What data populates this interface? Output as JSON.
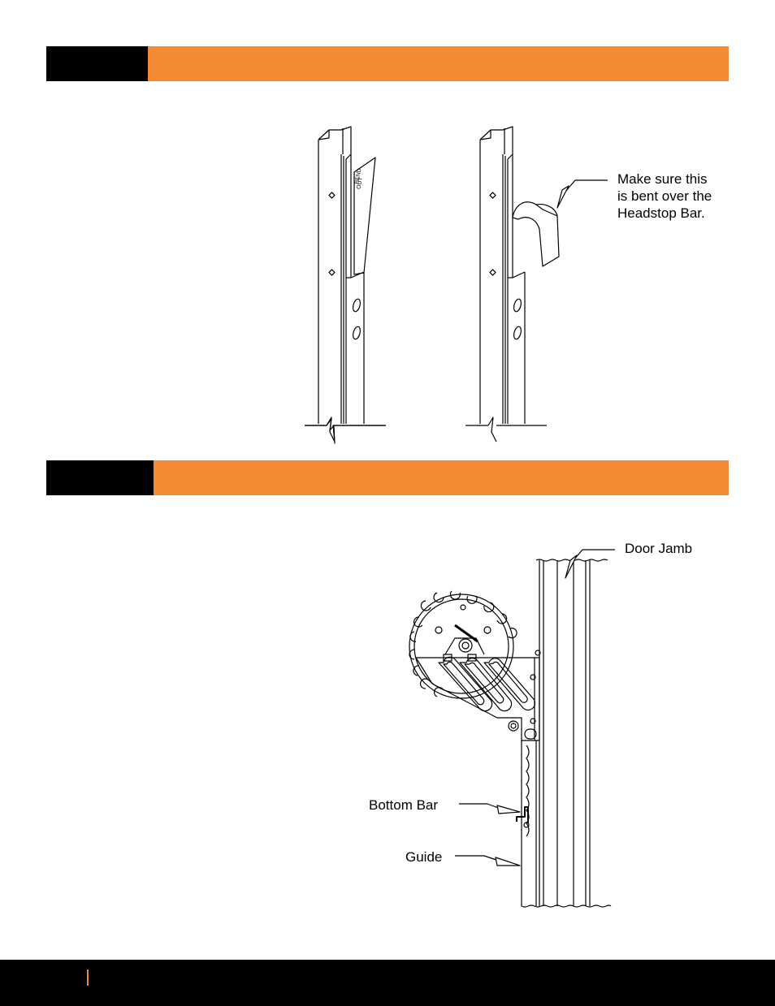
{
  "colors": {
    "accent": "#F48A33",
    "black": "#000000"
  },
  "step1": {
    "callout": "Make sure this\nis bent over the\nHeadstop Bar.",
    "tab_text": "BEND\nOUT"
  },
  "step2": {
    "labels": {
      "door_jamb": "Door Jamb",
      "bottom_bar": "Bottom Bar",
      "guide": "Guide"
    }
  }
}
